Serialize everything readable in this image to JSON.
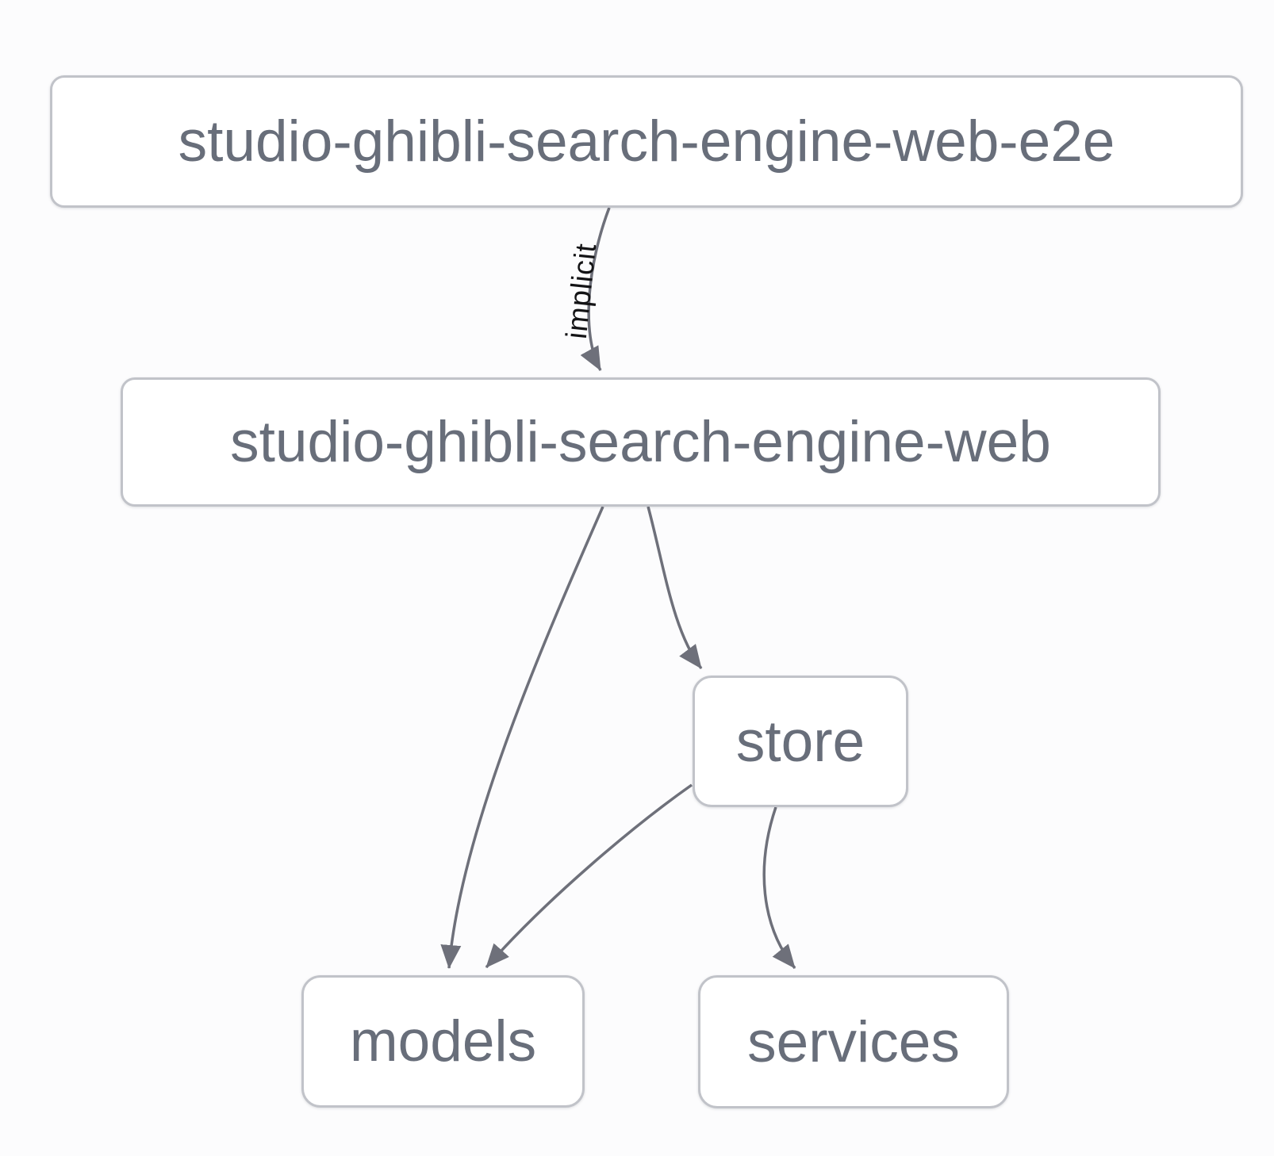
{
  "diagram": {
    "kind": "project-dependency-graph",
    "nodes": [
      {
        "label": "studio-ghibli-search-engine-web-e2e"
      },
      {
        "label": "studio-ghibli-search-engine-web"
      },
      {
        "label": "store"
      },
      {
        "label": "models"
      },
      {
        "label": "services"
      }
    ],
    "edges": [
      {
        "from": "studio-ghibli-search-engine-web-e2e",
        "to": "studio-ghibli-search-engine-web",
        "label": "implicit",
        "type": "implicit"
      },
      {
        "from": "studio-ghibli-search-engine-web",
        "to": "models",
        "label": ""
      },
      {
        "from": "studio-ghibli-search-engine-web",
        "to": "store",
        "label": ""
      },
      {
        "from": "store",
        "to": "models",
        "label": ""
      },
      {
        "from": "store",
        "to": "services",
        "label": ""
      }
    ],
    "colors": {
      "background": "#fcfcfd",
      "node_fill": "#ffffff",
      "node_border": "#c1c3c9",
      "node_text": "#686e7a",
      "edge_stroke": "#6e707a",
      "edge_label_text": "#141416"
    }
  }
}
